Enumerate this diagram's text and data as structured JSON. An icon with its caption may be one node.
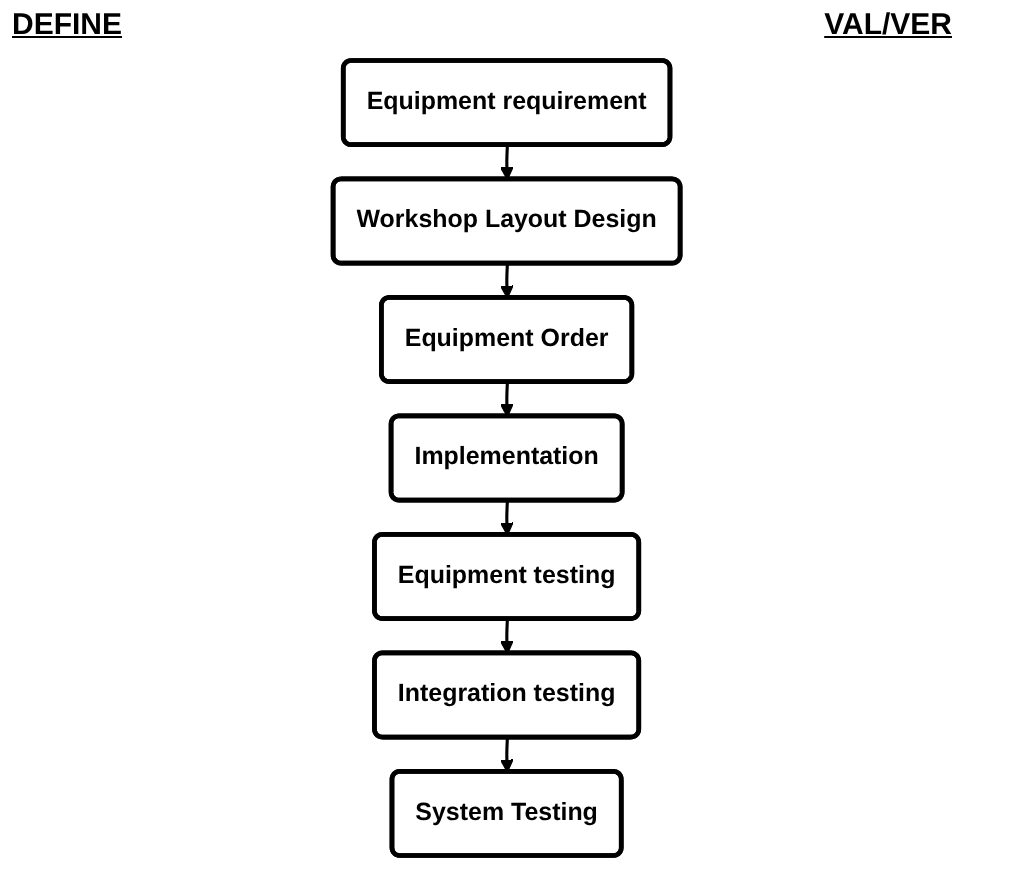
{
  "diagram": {
    "nodes": [
      {
        "text": [
          "Equipment requirement"
        ]
      },
      {
        "text": [
          "Workshop Layout Design"
        ]
      },
      {
        "text": [
          "Equipment Order"
        ]
      },
      {
        "text": [
          "Implementation"
        ]
      },
      {
        "text": [
          "Equipment testing"
        ]
      },
      {
        "text": [
          "Integration testing"
        ]
      },
      {
        "text": [
          "System Testing"
        ]
      }
    ],
    "edges": [
      {
        "from": 0,
        "to": 1,
        "arrow": "to"
      },
      {
        "from": 1,
        "to": 2,
        "arrow": "to"
      },
      {
        "from": 2,
        "to": 3,
        "arrow": "to"
      },
      {
        "from": 3,
        "to": 4,
        "arrow": "to"
      },
      {
        "from": 4,
        "to": 5,
        "arrow": "to"
      },
      {
        "from": 5,
        "to": 6,
        "arrow": "to"
      }
    ],
    "labels": [
      "DEFINE",
      "VAL/VER"
    ]
  }
}
